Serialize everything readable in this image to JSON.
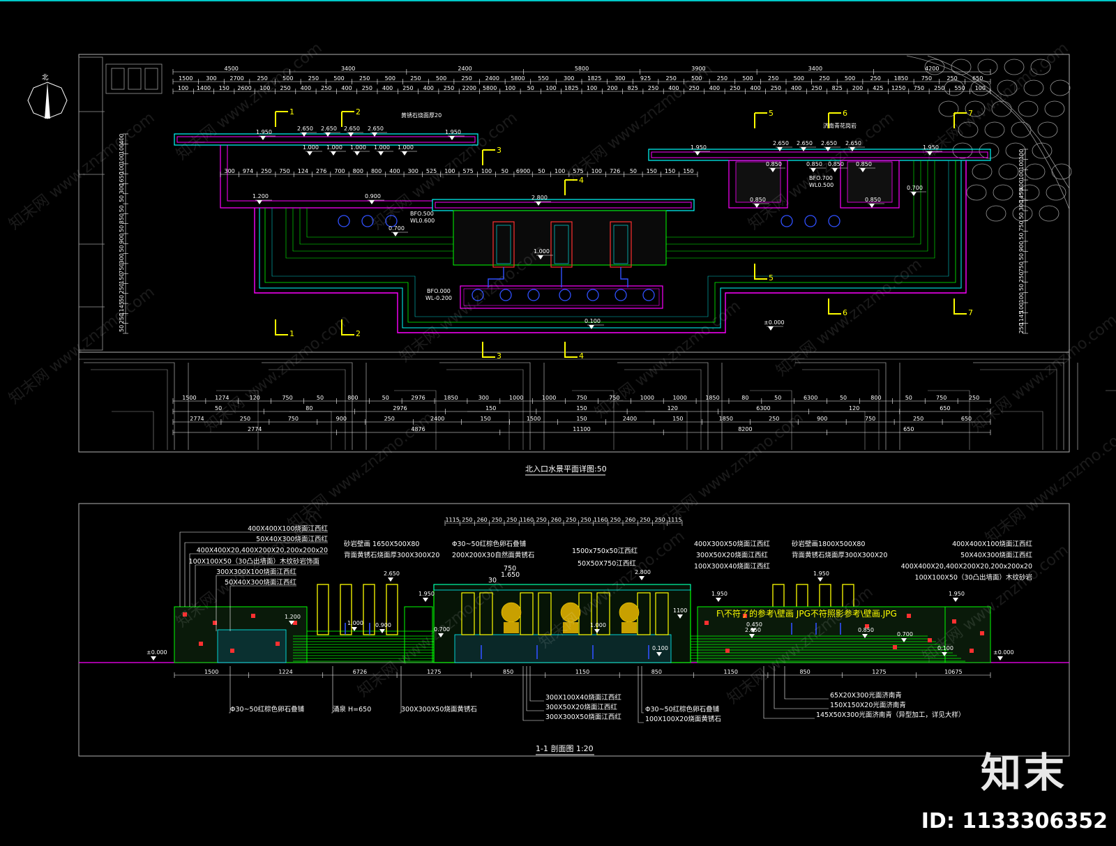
{
  "north_label": "北",
  "plan": {
    "title": "北入口水景平面详图:50",
    "dims_top_1": [
      "4500",
      "3400",
      "2400",
      "5800",
      "3900",
      "3400",
      "4200"
    ],
    "dims_top_2": [
      "1500",
      "300",
      "2700",
      "250",
      "500",
      "250",
      "500",
      "250",
      "500",
      "250",
      "500",
      "250",
      "2400",
      "5800",
      "550",
      "300",
      "1825",
      "300",
      "925",
      "250",
      "500",
      "250",
      "500",
      "250",
      "500",
      "250",
      "500",
      "250",
      "1850",
      "750",
      "250",
      "650"
    ],
    "dims_top_3": [
      "100",
      "1400",
      "150",
      "2600",
      "100",
      "250",
      "400",
      "250",
      "400",
      "250",
      "400",
      "250",
      "400",
      "250",
      "2200",
      "5800",
      "100",
      "50",
      "100",
      "1825",
      "100",
      "200",
      "825",
      "250",
      "400",
      "250",
      "400",
      "250",
      "400",
      "250",
      "400",
      "250",
      "825",
      "200",
      "425",
      "1250",
      "750",
      "250",
      "550",
      "100"
    ],
    "dims_inner": [
      "300",
      "974",
      "250",
      "750",
      "124",
      "276",
      "700",
      "800",
      "800",
      "400",
      "300",
      "525",
      "100",
      "575",
      "100",
      "50",
      "6900",
      "50",
      "100",
      "575",
      "100",
      "726",
      "50",
      "150",
      "150",
      "150"
    ],
    "dims_bottom_1": [
      "1500",
      "1274",
      "120",
      "750",
      "50",
      "800",
      "50",
      "2976",
      "1850",
      "300",
      "1000",
      "1000",
      "750",
      "750",
      "1000",
      "1000",
      "1850",
      "80",
      "50",
      "6300",
      "50",
      "800",
      "50",
      "750",
      "250"
    ],
    "dims_bottom_2": [
      "50",
      "80",
      "2976",
      "150",
      "150",
      "120",
      "6300",
      "120",
      "650"
    ],
    "dims_bottom_3": [
      "2774",
      "250",
      "750",
      "900",
      "250",
      "2400",
      "150",
      "1500",
      "150",
      "2400",
      "150",
      "1850",
      "250",
      "900",
      "750",
      "250",
      "650"
    ],
    "dims_bottom_4": [
      "2774",
      "4876",
      "11100",
      "8200",
      "650"
    ],
    "dims_left": [
      "400",
      "100",
      "100",
      "100",
      "1650",
      "300",
      "50",
      "50",
      "850",
      "50",
      "900",
      "50",
      "300",
      "750",
      "150",
      "250",
      "50",
      "1145",
      "250",
      "50"
    ],
    "dims_right": [
      "100",
      "100",
      "100",
      "400",
      "1450",
      "300",
      "50",
      "750",
      "50",
      "900",
      "50",
      "750",
      "250",
      "50",
      "100",
      "100",
      "1145",
      "250"
    ],
    "elevations": [
      "1.950",
      "2.650",
      "2.650",
      "2.650",
      "2.650",
      "1.950",
      "1.000",
      "1.000",
      "1.000",
      "1.000",
      "1.000",
      "1.200",
      "0.900",
      "2.800",
      "0.700",
      "1.000",
      "0.100",
      "1.950",
      "2.650",
      "2.650",
      "2.650",
      "2.650",
      "1.950",
      "0.850",
      "0.850",
      "0.850",
      "0.850",
      "0.850",
      "0.850",
      "0.700",
      "±0.000"
    ],
    "water_notes": [
      "BFO.500",
      "WL0.600",
      "BFO.700",
      "WL0.500",
      "BFO.000",
      "WL-0.200"
    ],
    "stone_note_1": "黄锈石烧面厚20",
    "stone_note_2": "济南青花岗岩",
    "section_marks": [
      "1",
      "2",
      "3",
      "4",
      "5",
      "6",
      "7"
    ]
  },
  "section": {
    "title": "1-1  剖面图 1:20",
    "top_dims": [
      "1115",
      "250",
      "260",
      "250",
      "250",
      "1160",
      "250",
      "260",
      "250",
      "250",
      "1160",
      "250",
      "260",
      "250",
      "250",
      "1115"
    ],
    "bottom_dims": [
      "1500",
      "1224",
      "6726",
      "1275",
      "850",
      "1150",
      "850",
      "1150",
      "850",
      "1275",
      "10675"
    ],
    "labels_left": [
      "400X400X100烧面江西红",
      "50X40X300烧面江西红",
      "400X400X20,400X200X20,200x200x20",
      "100X100X50（30凸出墙面）木纹砂岩饰面",
      "300X300X100烧面江西红",
      "50X40X300烧面江西红"
    ],
    "labels_center_left": [
      "砂岩壁画 1650X500X80",
      "背面黄锈石烧面厚300X300X20",
      "Φ30~50红棕色卵石叠铺",
      "200X200X30自然面黄锈石"
    ],
    "labels_center": [
      "750",
      "1.650",
      "30",
      "1500x750x50江西红",
      "50X50X750江西红"
    ],
    "labels_center_right": [
      "400X300X50烧面江西红",
      "300X50X20烧面江西红",
      "100X300X40烧面江西红"
    ],
    "labels_right": [
      "砂岩壁画1800X500X80",
      "背面黄锈石烧面厚300X300X20",
      "400X400X100烧面江西红",
      "50X40X300烧面江西红",
      "400X400X20,400X200X20,200x200x20",
      "100X100X50（30凸出墙面）木纹砂岩"
    ],
    "bottom_notes": [
      "Φ30~50红棕色卵石叠铺",
      "涌泉 H=650",
      "300X300X50烧面黄锈石",
      "300X100X40烧面江西红",
      "300X50X20烧面江西红",
      "300X300X50烧面江西红",
      "Φ30~50红棕色卵石叠铺",
      "100X100X20烧面黄锈石",
      "65X20X300光面济南青",
      "150X150X20光面济南青",
      "145X50X300光面济南青（异型加工，详见大样）"
    ],
    "overlap_text": "F\\不符了的参考\\壁画 JPG不符照影参考\\壁画.JPG",
    "elevations": [
      "±0.000",
      "2.650",
      "1.950",
      "1.200",
      "1.000",
      "0.900",
      "0.700",
      "1.950",
      "2.800",
      "1.000",
      "0.100",
      "1.950",
      "2.650",
      "0.450",
      "0.850",
      "0.700",
      "0.100",
      "1.950",
      "±0.000",
      "1100"
    ]
  },
  "watermarks": [
    "知末网 www.znzmo.com"
  ],
  "brand": "知末",
  "image_id": "ID: 1133306352",
  "colors": {
    "background": "#000000",
    "cyan": "#00ffff",
    "magenta": "#ff00ff",
    "yellow": "#ffff00",
    "green": "#00ff00",
    "red": "#ff3030",
    "blue": "#3050ff",
    "white": "#ffffff",
    "grey": "#9a9a9a"
  }
}
